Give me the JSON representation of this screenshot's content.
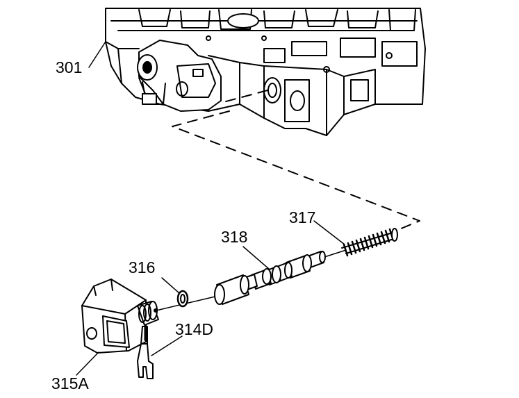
{
  "callouts": {
    "c301": "301",
    "c316": "316",
    "c318": "318",
    "c317": "317",
    "c314d": "314D",
    "c315a": "315A"
  },
  "colors": {
    "line": "#000000",
    "fill": "#ffffff",
    "shade": "#d9d9d9"
  }
}
